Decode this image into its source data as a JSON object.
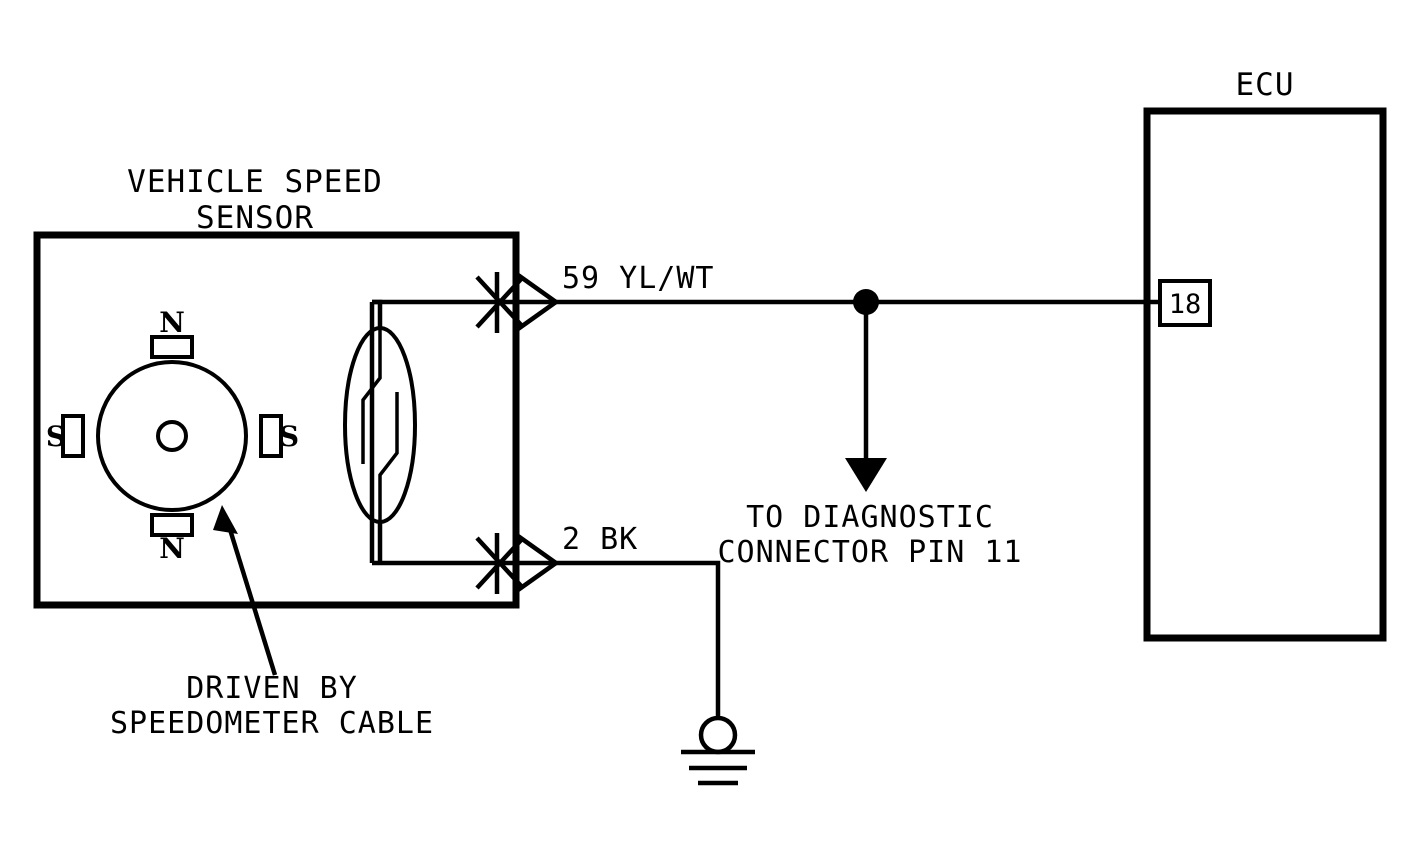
{
  "document": {
    "type": "automotive-wiring-diagram",
    "title": "Vehicle Speed Sensor Circuit",
    "background_color": "#ffffff",
    "line_color": "#000000"
  },
  "sensor": {
    "title_line1": "VEHICLE SPEED",
    "title_line2": "SENSOR",
    "note_line1": "DRIVEN BY",
    "note_line2": "SPEEDOMETER CABLE",
    "rotor": {
      "pole_top": "N",
      "pole_bottom": "N",
      "pole_left": "S",
      "pole_right": "S"
    },
    "switch_type": "reed-switch"
  },
  "wires": [
    {
      "id": "wire-59",
      "number": "59",
      "color_code": "YL/WT",
      "label": "59  YL/WT",
      "from": "vehicle-speed-sensor",
      "to": "ecu-pin-18"
    },
    {
      "id": "wire-2",
      "number": "2",
      "color_code": "BK",
      "label": "2 BK",
      "from": "vehicle-speed-sensor",
      "to": "ground"
    }
  ],
  "branch": {
    "line1": "TO DIAGNOSTIC",
    "line2": "CONNECTOR PIN 11"
  },
  "ecu": {
    "label": "ECU",
    "pin_number": "18"
  },
  "ground": {
    "symbol": "chassis-ground"
  }
}
